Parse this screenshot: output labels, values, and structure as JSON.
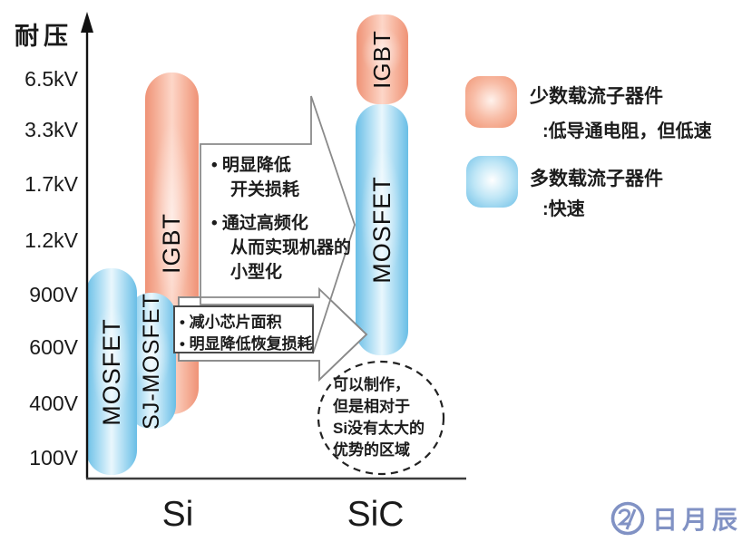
{
  "axis": {
    "label": "耐压",
    "ticks": [
      "6.5kV",
      "3.3kV",
      "1.7kV",
      "1.2kV",
      "900V",
      "600V",
      "400V",
      "100V"
    ],
    "x_categories": [
      "Si",
      "SiC"
    ]
  },
  "bars": {
    "si_igbt": "IGBT",
    "si_sj_mosfet": "SJ-MOSFET",
    "si_mosfet": "MOSFET",
    "sic_igbt": "IGBT",
    "sic_mosfet": "MOSFET"
  },
  "arrow_top": {
    "lines": [
      "• 明显降低",
      "开关损耗",
      "• 通过高频化",
      "从而实现机器的",
      "小型化"
    ]
  },
  "arrow_bottom": {
    "lines": [
      "• 减小芯片面积",
      "• 明显降低恢复损耗"
    ]
  },
  "callout": {
    "lines": [
      "可以制作，",
      "但是相对于",
      "Si没有太大的",
      "优势的区域"
    ]
  },
  "legend": {
    "items": [
      {
        "title": "少数载流子器件",
        "desc": ":低导通电阻，但低速",
        "color": "#f0916f"
      },
      {
        "title": "多数载流子器件",
        "desc": ":快速",
        "color": "#6fc0e7"
      }
    ]
  },
  "watermark": {
    "text": "日月辰",
    "color": "#8192c4"
  },
  "colors": {
    "pink_edge": "#ef9276",
    "pink_center": "#fdd6c8",
    "blue_edge": "#69bee6",
    "blue_center": "#e9f7fd",
    "axis": "#1a1a1a",
    "arrow_outline": "#8a8a8a",
    "box_border": "#4a4a4a"
  },
  "chart_data": {
    "type": "bar",
    "subtype": "vertical voltage-range bars",
    "title": "",
    "ylabel": "耐压",
    "ytick_labels": [
      "6.5kV",
      "3.3kV",
      "1.7kV",
      "1.2kV",
      "900V",
      "600V",
      "400V",
      "100V"
    ],
    "categories": [
      "Si",
      "SiC"
    ],
    "series": [
      {
        "group": "Si",
        "name": "MOSFET",
        "carrier_type": "多数载流子器件",
        "range_low": "100V",
        "range_high": "~1kV"
      },
      {
        "group": "Si",
        "name": "SJ-MOSFET",
        "carrier_type": "多数载流子器件",
        "range_low": "~300V",
        "range_high": "900V"
      },
      {
        "group": "Si",
        "name": "IGBT",
        "carrier_type": "少数载流子器件",
        "range_low": "400V",
        "range_high": "6.5kV"
      },
      {
        "group": "SiC",
        "name": "IGBT",
        "carrier_type": "少数载流子器件",
        "range_low": "~5kV",
        "range_high": ">6.5kV"
      },
      {
        "group": "SiC",
        "name": "MOSFET",
        "carrier_type": "多数载流子器件",
        "range_low": "~600V",
        "range_high": "~5kV"
      }
    ],
    "annotations": [
      "明显降低开关损耗",
      "通过高频化从而实现机器的小型化",
      "减小芯片面积",
      "明显降低恢复损耗",
      "可以制作，但是相对于Si没有太大的优势的区域"
    ],
    "legend_position": "right",
    "grid": false
  }
}
